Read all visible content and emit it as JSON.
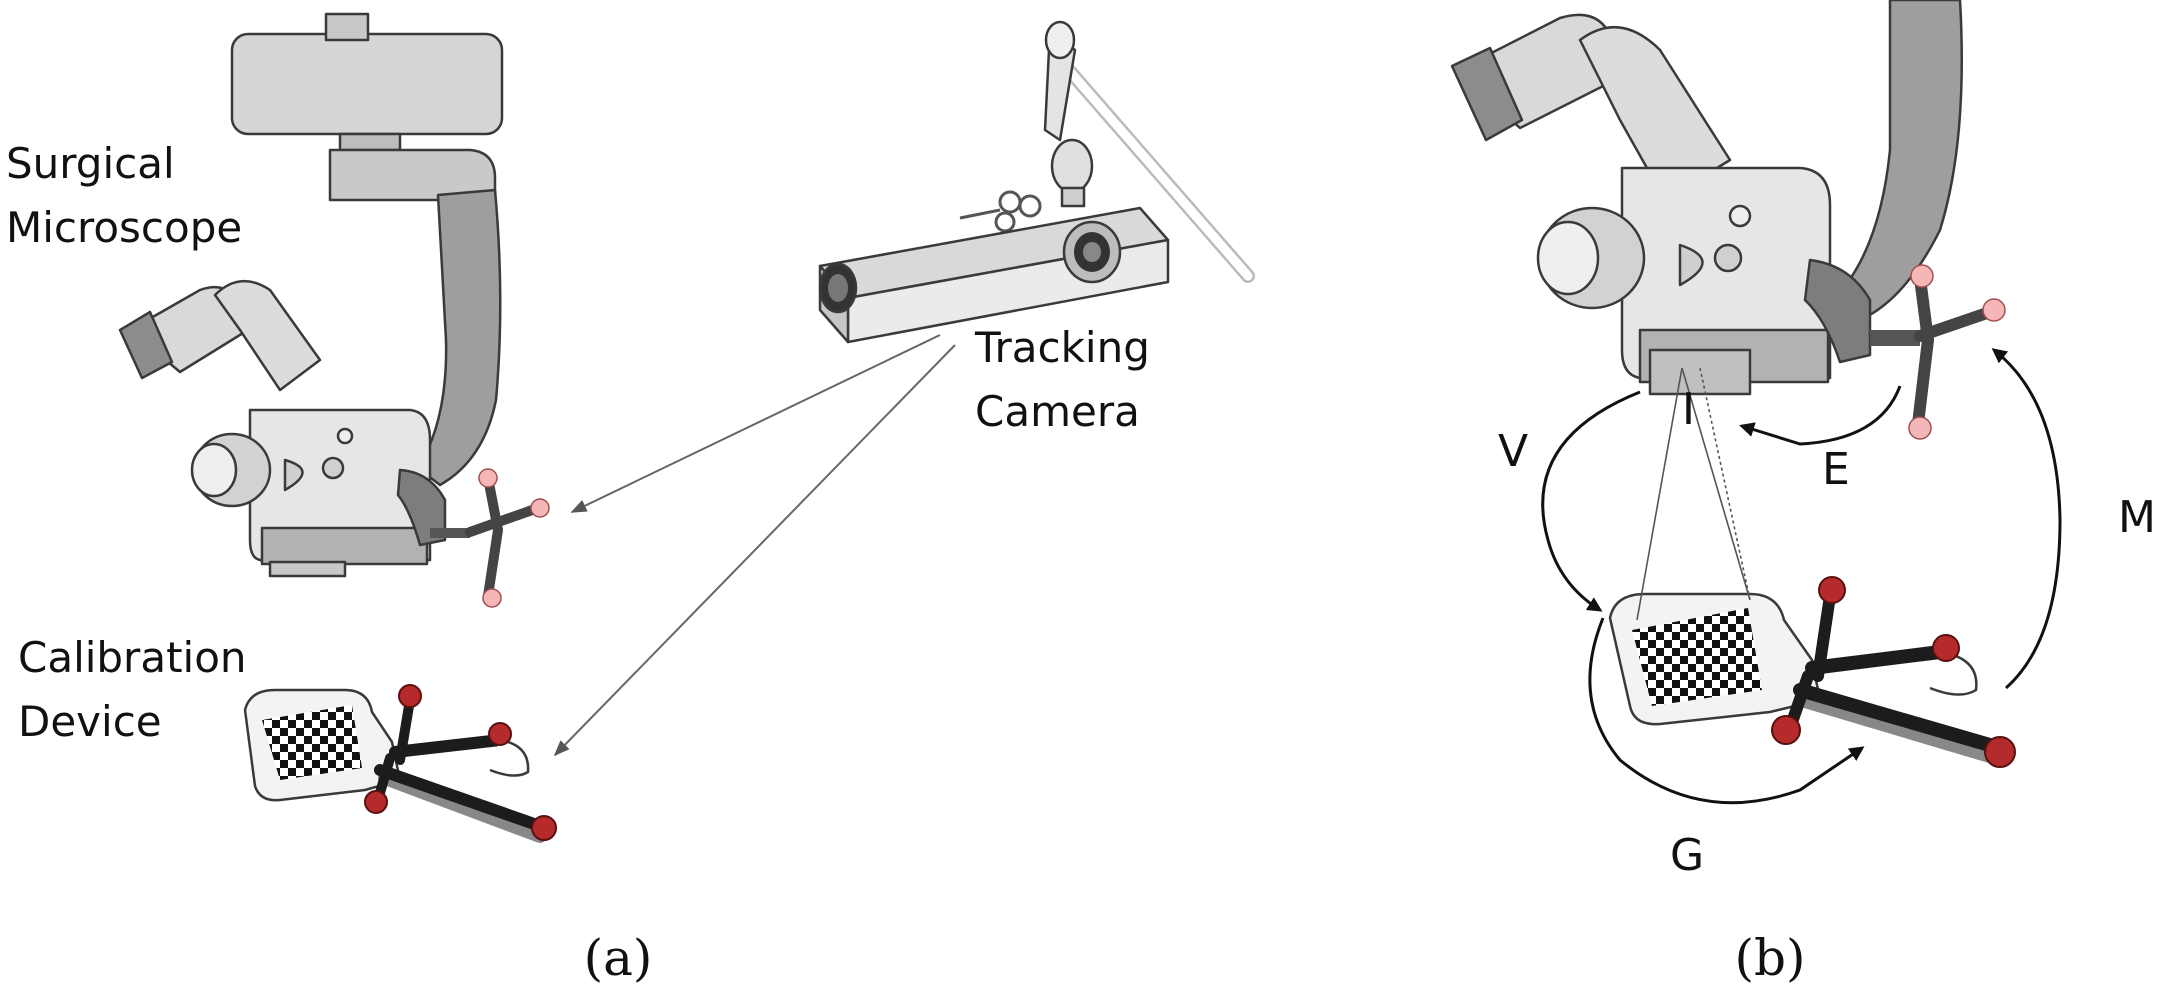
{
  "panel_a": {
    "labels": {
      "microscope_line1": "Surgical",
      "microscope_line2": "Microscope",
      "camera_line1": "Tracking",
      "camera_line2": "Camera",
      "device_line1": "Calibration",
      "device_line2": "Device"
    },
    "caption": "(a)"
  },
  "panel_b": {
    "transforms": {
      "V": "V",
      "I": "I",
      "E": "E",
      "M": "M",
      "G": "G"
    },
    "caption": "(b)"
  },
  "colors": {
    "microscope_body": "#e6e6e6",
    "microscope_dark": "#a9a9a9",
    "arm": "#9e9e9e",
    "marker_light": "#f4b6b6",
    "marker_dark": "#b52b2b",
    "tool_black": "#1c1c1c"
  }
}
